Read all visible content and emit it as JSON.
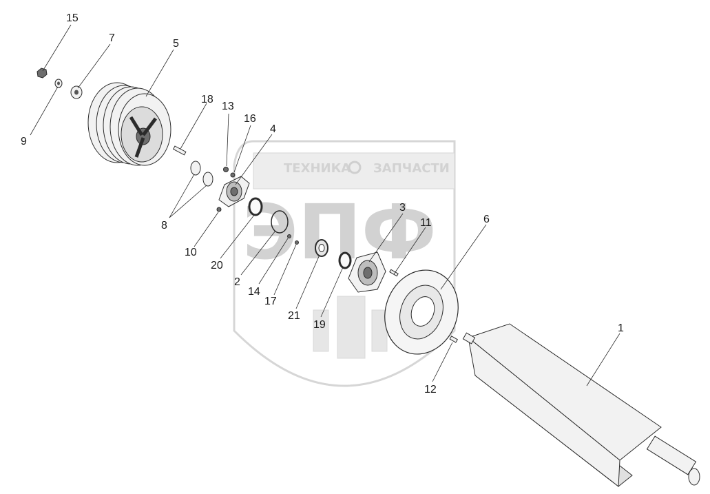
{
  "watermark": {
    "brand_line_left": "ТЕХНИКА",
    "brand_line_right": "ЗАПЧАСТИ",
    "logo_letters": "ЭПФ"
  },
  "callouts": {
    "c1": "1",
    "c2": "2",
    "c3": "3",
    "c4": "4",
    "c5": "5",
    "c6": "6",
    "c7": "7",
    "c8": "8",
    "c9": "9",
    "c10": "10",
    "c11": "11",
    "c12": "12",
    "c13": "13",
    "c14": "14",
    "c15": "15",
    "c16": "16",
    "c17": "17",
    "c18": "18",
    "c19": "19",
    "c20": "20",
    "c21": "21"
  },
  "colors": {
    "line": "#2b2b2b",
    "part_fill": "#f2f2f2",
    "watermark": "#d6d6d6"
  }
}
